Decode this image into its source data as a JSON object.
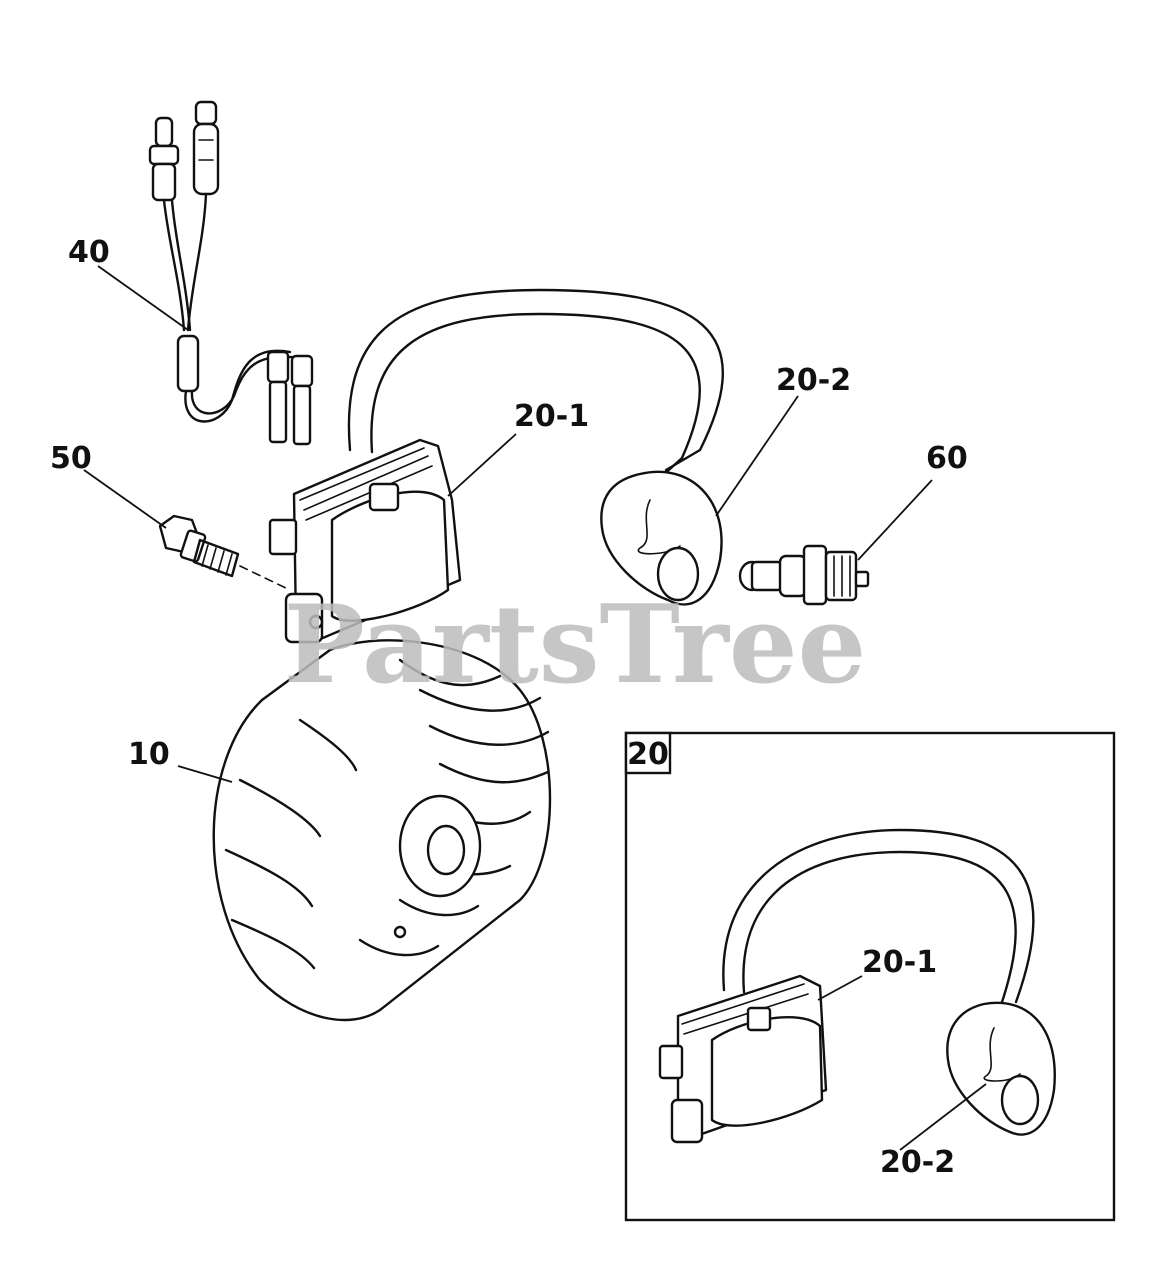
{
  "watermark": "PartsTree",
  "inset": {
    "label": "20"
  },
  "callouts": {
    "flywheel": "10",
    "ignition_coil": "20-1",
    "spark_plug_boot": "20-2",
    "wire_harness": "40",
    "screw": "50",
    "spark_plug": "60",
    "inset_ignition_coil": "20-1",
    "inset_spark_plug_boot": "20-2"
  }
}
